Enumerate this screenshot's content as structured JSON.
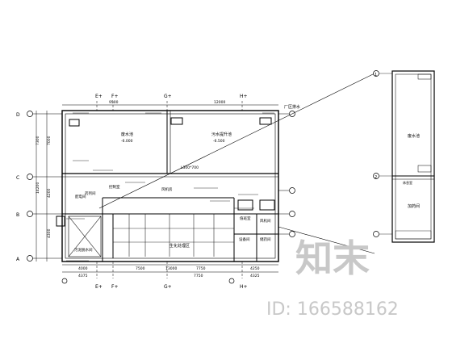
{
  "column_labels": [
    "E+",
    "F+",
    "G+",
    "H+"
  ],
  "row_labels": [
    "D",
    "C",
    "B",
    "A"
  ],
  "top_dimensions": [
    "9500",
    "12000"
  ],
  "bottom_dimensions_row1": [
    "4000",
    "7500",
    "13000",
    "7750",
    "4250"
  ],
  "bottom_dimensions_row2": [
    "4375",
    "7750",
    "4325"
  ],
  "left_dimensions": [
    "7300",
    "7000",
    "4200",
    "4300",
    "14200"
  ],
  "right_note": "厂区排水",
  "room_labels": {
    "tank_left_name": "废水池",
    "tank_left_level": "-6.000",
    "tank_mid_name": "污水提升池",
    "tank_mid_level": "-6.500",
    "beam_label": "L300*700",
    "room_a": "配电间",
    "room_b": "药剂间",
    "room_c": "控制室",
    "room_d": "风机房",
    "room_e": "值班室",
    "room_f": "生化处理区",
    "room_g": "设备间",
    "room_h": "储药间",
    "room_i": "污泥脱水间",
    "room_j": "风机间",
    "detail_room_1": "废水池",
    "detail_room_2": "加药间",
    "detail_room_3": "休息室"
  },
  "detail_marker_top": "1",
  "detail_marker_bottom": "2",
  "watermark": {
    "logo_text": "知末",
    "id_text": "ID: 166588162"
  }
}
